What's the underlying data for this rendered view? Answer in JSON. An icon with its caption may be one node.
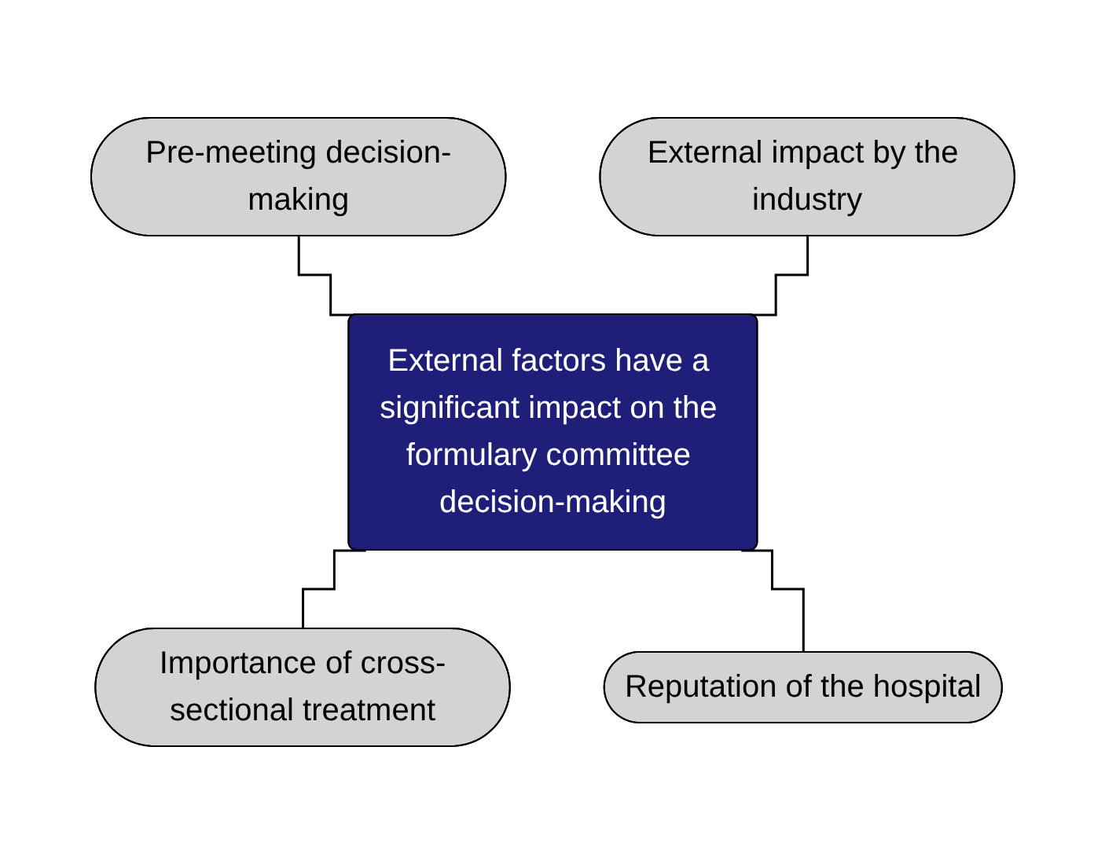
{
  "diagram": {
    "nodes": [
      {
        "text": [
          "Pre-meeting decision-making"
        ]
      },
      {
        "text": [
          "External impact by the industry"
        ]
      },
      {
        "text": [
          "External factors have a significant impact on the formulary committee decision-making"
        ]
      },
      {
        "text": [
          "Importance of cross-sectional treatment"
        ]
      },
      {
        "text": [
          "Reputation of the hospital"
        ]
      }
    ],
    "edges": [
      {
        "from": 0,
        "to": 2,
        "arrow": "none"
      },
      {
        "from": 1,
        "to": 2,
        "arrow": "none"
      },
      {
        "from": 2,
        "to": 3,
        "arrow": "none"
      },
      {
        "from": 2,
        "to": 4,
        "arrow": "none"
      }
    ]
  }
}
